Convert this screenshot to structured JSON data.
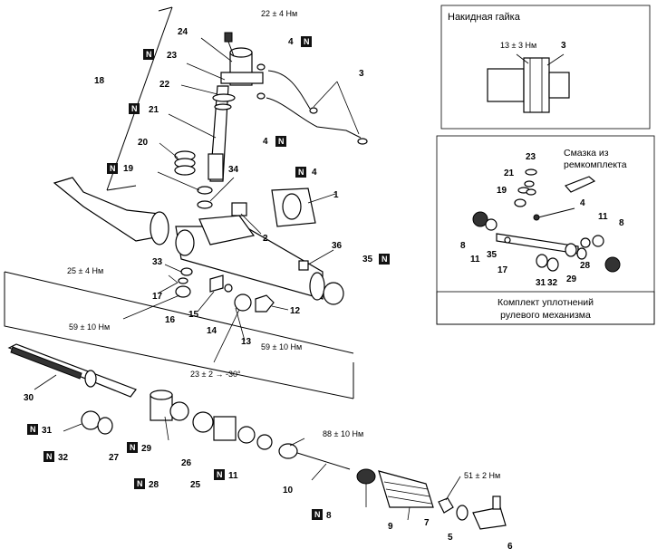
{
  "inset_nut": {
    "title": "Накидная гайка",
    "torque": "13 ± 3 Нм",
    "part_number": "3"
  },
  "inset_kit": {
    "grease_label": "Смазка из ремкомплекта",
    "grease_line1": "Смазка из",
    "grease_line2": "ремкомплекта",
    "caption_line1": "Комплект уплотнений",
    "caption_line2": "рулевого механизма",
    "numbers": [
      "23",
      "21",
      "19",
      "4",
      "11",
      "8",
      "8",
      "11",
      "35",
      "17",
      "31",
      "32",
      "29",
      "28"
    ]
  },
  "torques": {
    "t22": "22 ± 4 Нм",
    "t25": "25 ± 4 Нм",
    "t59a": "59 ± 10 Нм",
    "t59b": "59 ± 10 Нм",
    "t23": "23 ± 2 → -30°",
    "t88": "88 ± 10 Нм",
    "t51": "51 ± 2 Нм"
  },
  "new_part_marker": "N",
  "labels": {
    "l24": "24",
    "l4a": "4",
    "l23": "23",
    "l3": "3",
    "l18": "18",
    "l22": "22",
    "l21": "21",
    "l4b": "4",
    "l20": "20",
    "l4c": "4",
    "l19": "19",
    "l34": "34",
    "l1": "1",
    "l2": "2",
    "l36": "36",
    "l35": "35",
    "l33": "33",
    "l17": "17",
    "l16": "16",
    "l15": "15",
    "l14": "14",
    "l13": "13",
    "l12": "12",
    "l30": "30",
    "l31": "31",
    "l32": "32",
    "l27": "27",
    "l29": "29",
    "l28": "28",
    "l26": "26",
    "l25": "25",
    "l11": "11",
    "l10": "10",
    "l8": "8",
    "l9": "9",
    "l7": "7",
    "l5": "5",
    "l6": "6"
  }
}
